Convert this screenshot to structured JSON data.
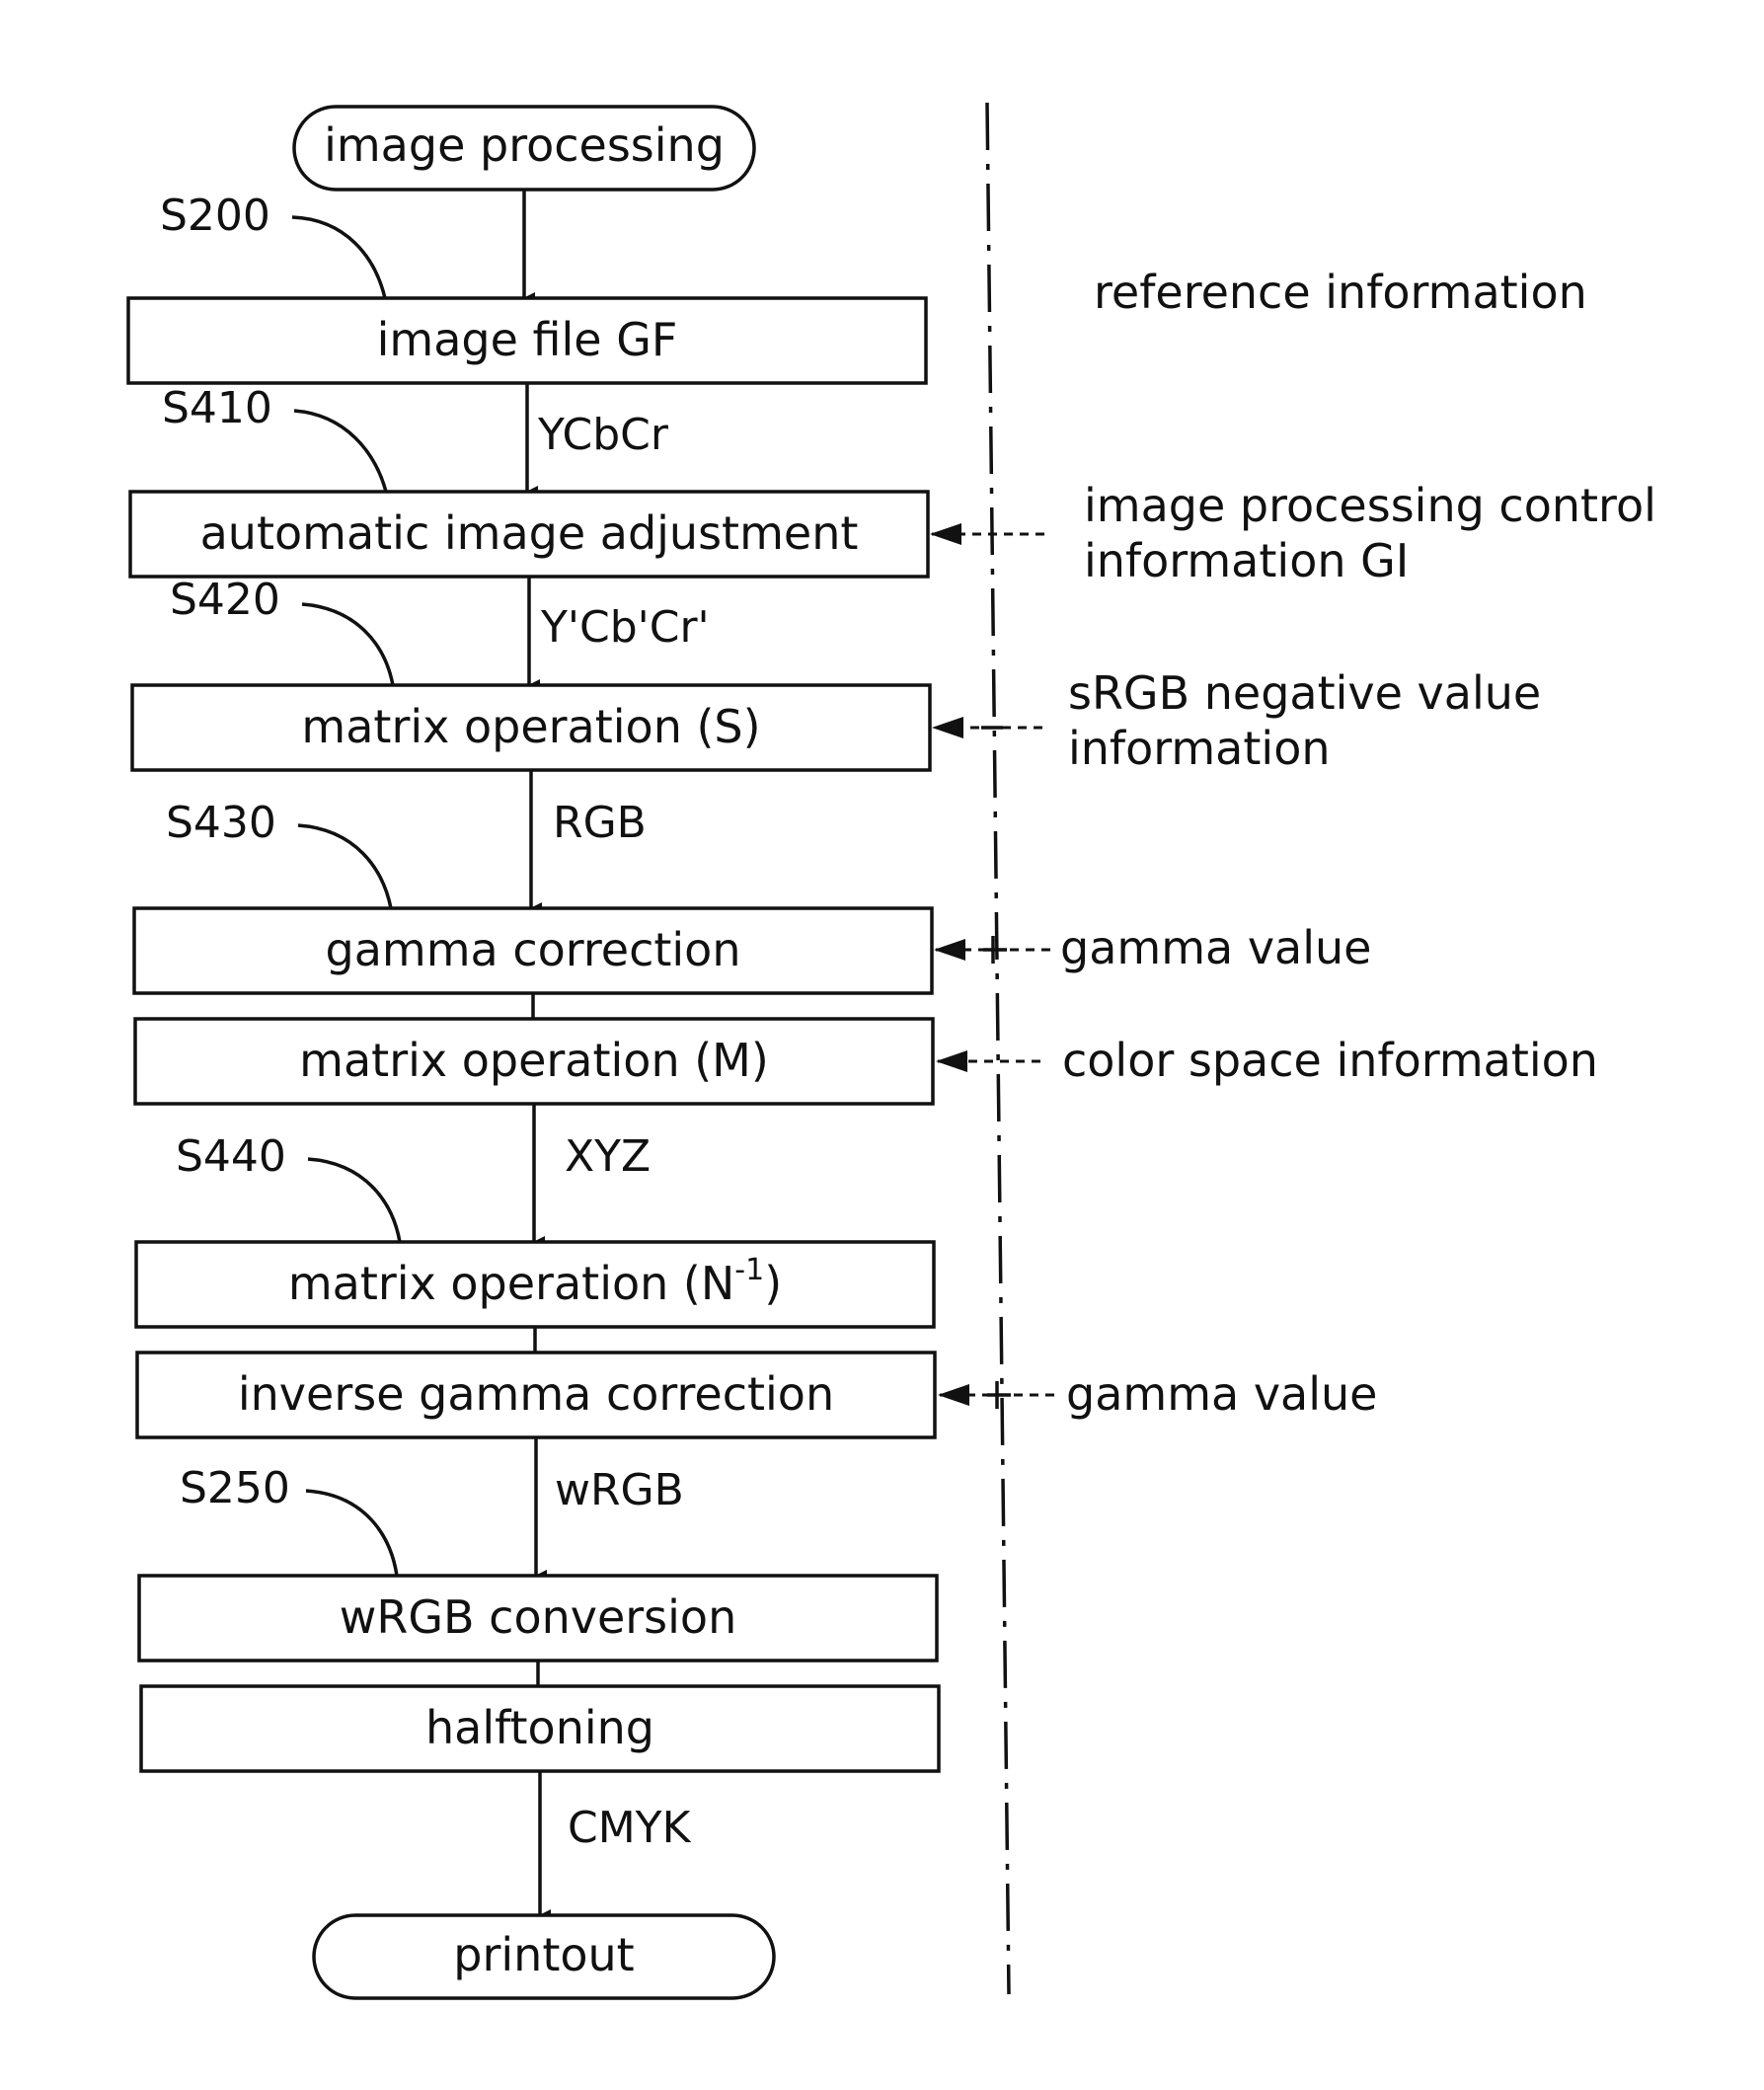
{
  "terminals": {
    "start": "image processing",
    "end": "printout"
  },
  "boxes": [
    "image file GF",
    "automatic image adjustment",
    "matrix operation (S)",
    "gamma correction",
    "matrix operation (M)",
    "matrix operation (N",
    "inverse gamma correction",
    "wRGB conversion",
    "halftoning"
  ],
  "superscript_n": "-1",
  "close_paren": ")",
  "steps": [
    "S200",
    "S410",
    "S420",
    "S430",
    "S440",
    "S250"
  ],
  "signals": [
    "YCbCr",
    "Y'Cb'Cr'",
    "RGB",
    "XYZ",
    "wRGB",
    "CMYK"
  ],
  "reference": {
    "header": "reference information",
    "gi_line1": "image processing control",
    "gi_line2": "information GI",
    "srgb_line1": "sRGB negative value",
    "srgb_line2": "information",
    "gamma1": "gamma value",
    "colorspace": "color space information",
    "gamma2": "gamma value"
  }
}
